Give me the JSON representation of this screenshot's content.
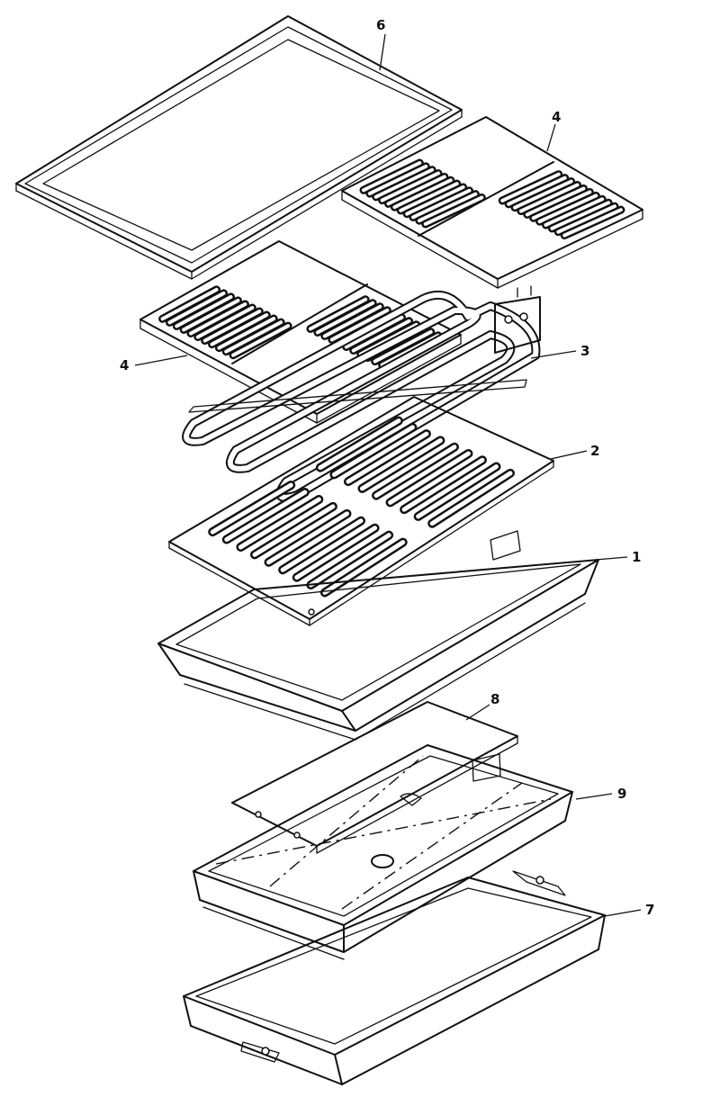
{
  "diagram": {
    "callouts": [
      {
        "id": "label-1",
        "text": "1"
      },
      {
        "id": "label-2",
        "text": "2"
      },
      {
        "id": "label-3",
        "text": "3"
      },
      {
        "id": "label-4-right",
        "text": "4"
      },
      {
        "id": "label-4-left",
        "text": "4"
      },
      {
        "id": "label-6",
        "text": "6"
      },
      {
        "id": "label-7",
        "text": "7"
      },
      {
        "id": "label-8",
        "text": "8"
      },
      {
        "id": "label-9",
        "text": "9"
      }
    ],
    "colors": {
      "line": "#111111",
      "background": "#ffffff"
    }
  }
}
